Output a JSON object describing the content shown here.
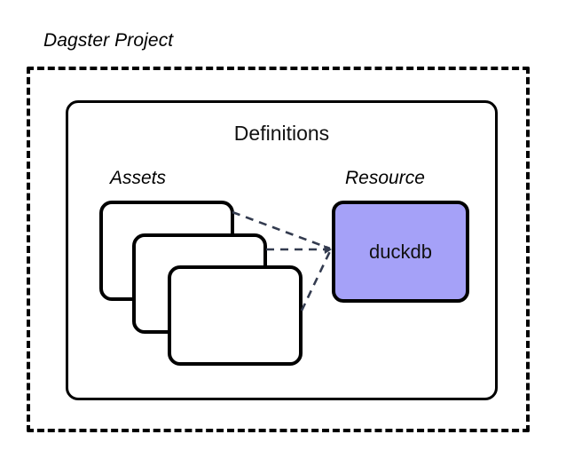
{
  "diagram": {
    "title": "Dagster Project",
    "background_color": "#ffffff",
    "stroke_color": "#000000",
    "connector_color": "#333b4f",
    "accent_color": "#a5a1f8",
    "project_boundary": {
      "name": "Dagster Project",
      "style": "dashed"
    },
    "definitions": {
      "label": "Definitions",
      "style": "solid-rounded"
    },
    "assets": {
      "label": "Assets",
      "cards": [
        {
          "label": ""
        },
        {
          "label": ""
        },
        {
          "label": ""
        }
      ]
    },
    "resource": {
      "label": "Resource",
      "node_label": "duckdb",
      "fill_color": "#a5a1f8"
    },
    "connections": [
      {
        "from": "asset-card-1",
        "to": "duckdb",
        "style": "dashed"
      },
      {
        "from": "asset-card-2",
        "to": "duckdb",
        "style": "dashed"
      },
      {
        "from": "asset-card-3",
        "to": "duckdb",
        "style": "dashed"
      }
    ]
  }
}
